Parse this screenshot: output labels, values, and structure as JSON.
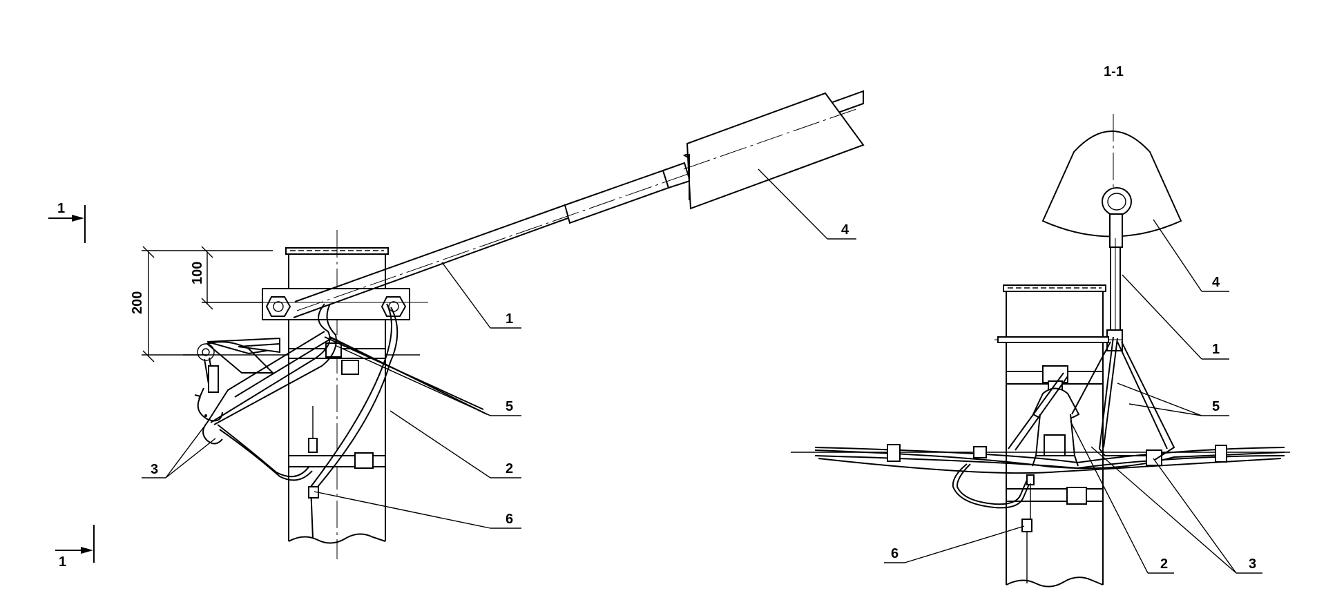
{
  "section_title": "1-1",
  "section_mark_top": "1",
  "section_mark_bottom": "1",
  "dimensions": {
    "d100": "100",
    "d200": "200"
  },
  "left_view_labels": {
    "l1": "1",
    "l2": "2",
    "l3": "3",
    "l4": "4",
    "l5": "5",
    "l6": "6"
  },
  "right_view_labels": {
    "r1": "1",
    "r2": "2",
    "r3": "3",
    "r4": "4",
    "r5": "5",
    "r6": "6"
  }
}
